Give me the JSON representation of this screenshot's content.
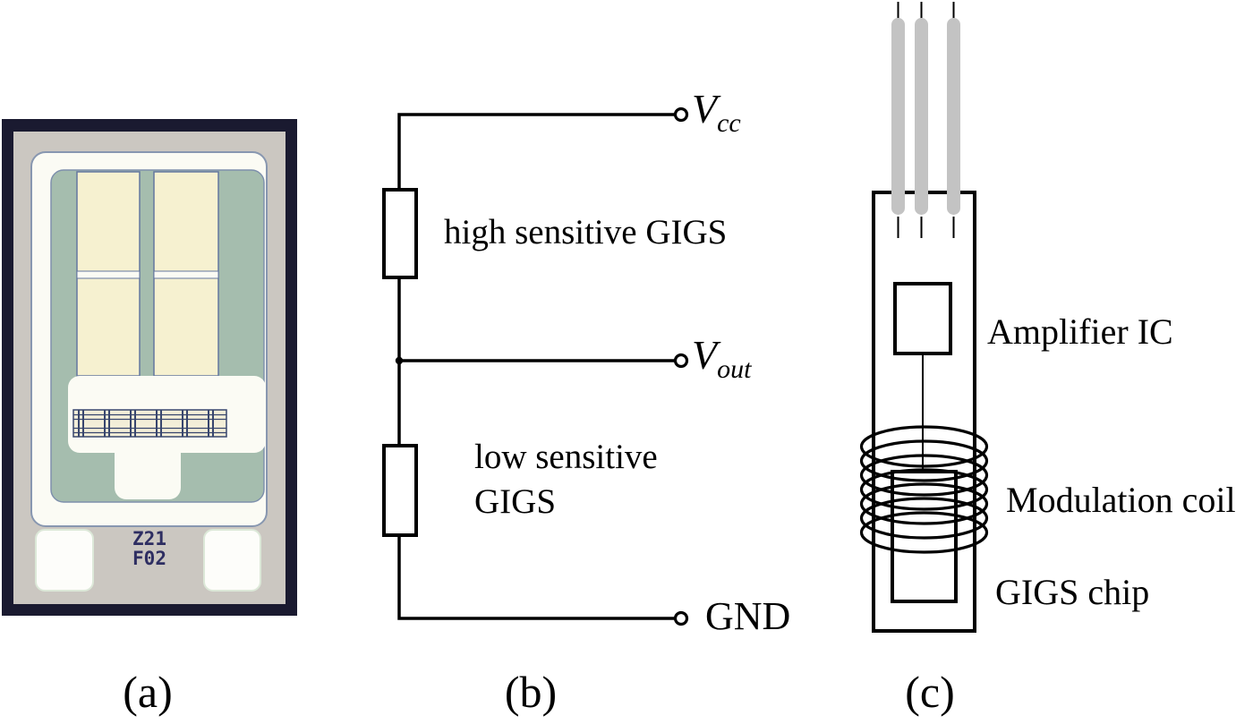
{
  "panel_a": {
    "label": "(a)",
    "chip_marking": {
      "line1": "Z21",
      "line2": "F02"
    }
  },
  "panel_b": {
    "label": "(b)",
    "vcc": {
      "base": "V",
      "sub": "cc"
    },
    "vout": {
      "base": "V",
      "sub": "out"
    },
    "gnd_label": "GND",
    "resistor_top_label": "high sensitive GIGS",
    "resistor_bottom_line1": "low sensitive",
    "resistor_bottom_line2": "GIGS"
  },
  "panel_c": {
    "label": "(c)",
    "amplifier_label": "Amplifier IC",
    "coil_label": "Modulation coil",
    "chip_label": "GIGS chip"
  },
  "colors": {
    "photo_border": "#1a1a30",
    "substrate": "#cbc7c1",
    "die_white": "#fbfbf4",
    "sensor_green": "#a5bdae",
    "sensor_cream": "#f6f1d0",
    "marking_blue": "#2e2e62",
    "pin_gray": "#c3c3c3",
    "line_black": "#000000"
  }
}
